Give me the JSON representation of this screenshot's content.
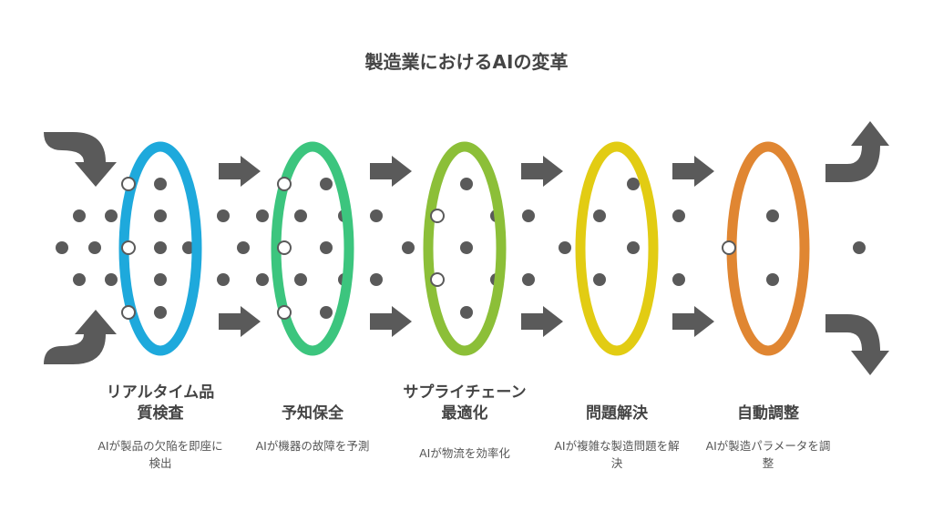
{
  "title": "製造業におけるAIの変革",
  "stages": [
    {
      "title": "リアルタイム品質検査",
      "desc": "AIが製品の欠陥を即座に検出",
      "color": "#1ea9dc"
    },
    {
      "title": "予知保全",
      "desc": "AIが機器の故障を予測",
      "color": "#3cc57e"
    },
    {
      "title": "サプライチェーン最適化",
      "desc": "AIが物流を効率化",
      "color": "#8cbf38"
    },
    {
      "title": "問題解決",
      "desc": "AIが複雑な製造問題を解決",
      "color": "#e2cc13"
    },
    {
      "title": "自動調整",
      "desc": "AIが製造パラメータを調整",
      "color": "#e08632"
    }
  ]
}
